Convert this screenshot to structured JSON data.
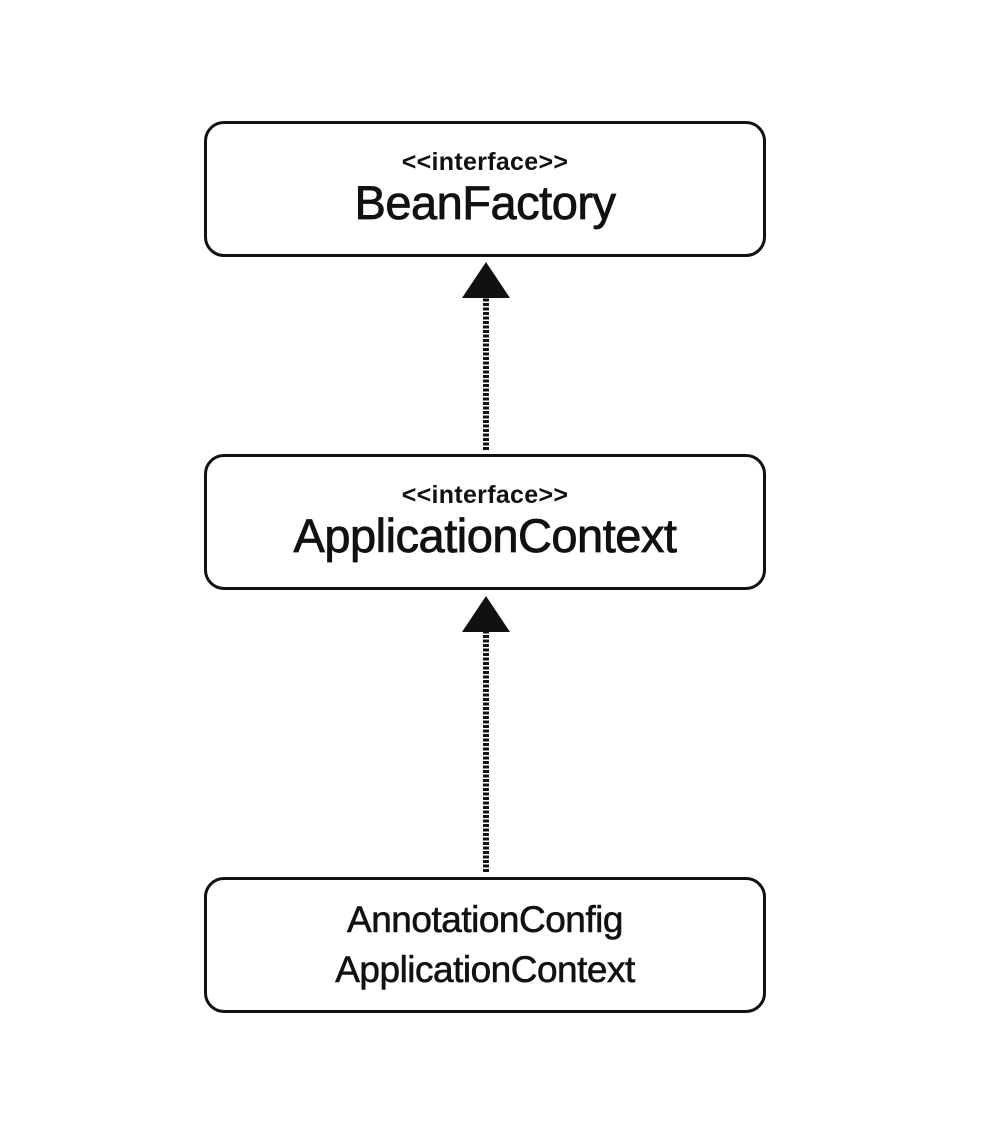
{
  "diagram": {
    "nodes": [
      {
        "id": "beanfactory",
        "stereotype": "<<interface>>",
        "name": "BeanFactory"
      },
      {
        "id": "applicationcontext",
        "stereotype": "<<interface>>",
        "name": "ApplicationContext"
      },
      {
        "id": "annotationconfig",
        "name_line1": "AnnotationConfig",
        "name_line2": "ApplicationContext"
      }
    ],
    "edges": [
      {
        "from": "applicationcontext",
        "to": "beanfactory",
        "style": "inheritance-arrow"
      },
      {
        "from": "annotationconfig",
        "to": "applicationcontext",
        "style": "inheritance-arrow"
      }
    ],
    "colors": {
      "stroke": "#111111",
      "background": "#ffffff"
    }
  }
}
